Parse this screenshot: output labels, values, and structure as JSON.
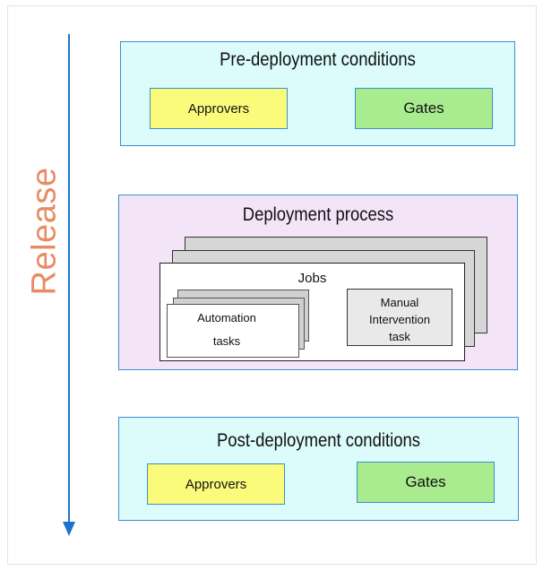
{
  "release": {
    "label": "Release"
  },
  "pre_deployment": {
    "title": "Pre-deployment conditions",
    "approvers": "Approvers",
    "gates": "Gates"
  },
  "deployment_process": {
    "title": "Deployment process",
    "jobs_title": "Jobs",
    "automation_line1": "Automation",
    "automation_line2": "tasks",
    "manual_line1": "Manual",
    "manual_line2": "Intervention",
    "manual_line3": "task"
  },
  "post_deployment": {
    "title": "Post-deployment conditions",
    "approvers": "Approvers",
    "gates": "Gates"
  },
  "colors": {
    "arrow": "#1a73c9",
    "release_text": "#e88b64",
    "condition_panel": "#dcfbfb",
    "deployment_panel": "#f3e5f7",
    "approvers_fill": "#fbfb7b",
    "gates_fill": "#a9eb8f",
    "border_blue": "#3b8fce"
  },
  "icons": {
    "release_arrow": "arrow-down-icon"
  }
}
